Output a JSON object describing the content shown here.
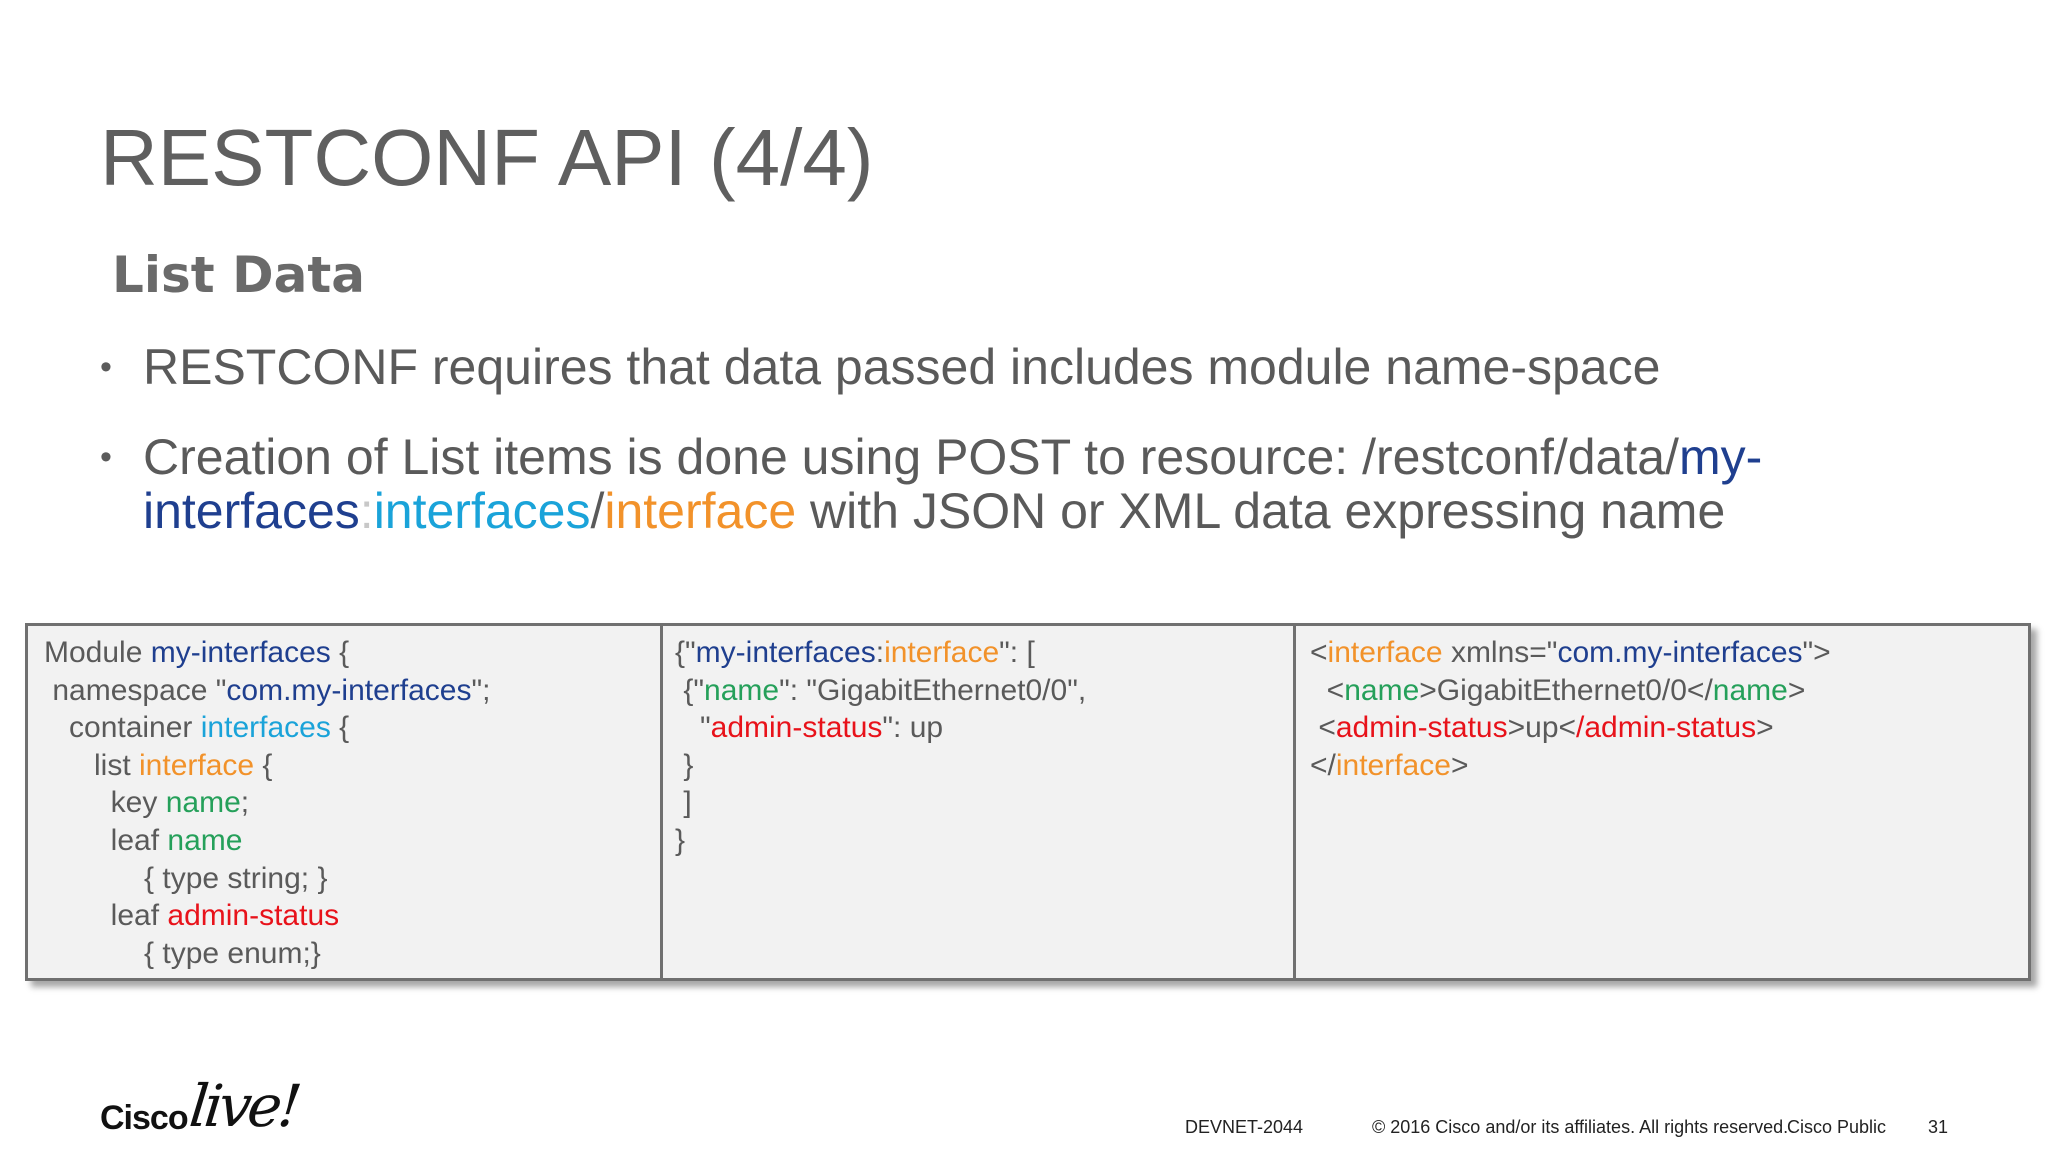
{
  "slide": {
    "title": "RESTCONF API (4/4)",
    "subtitle": "List Data",
    "bullets": [
      {
        "segments": [
          {
            "text": "RESTCONF requires that data passed includes module name-space",
            "color": "default"
          }
        ]
      },
      {
        "segments": [
          {
            "text": "Creation of List items is done using POST to resource: /restconf/data/",
            "color": "default"
          },
          {
            "text": "my-interfaces",
            "color": "navy"
          },
          {
            "text": ":",
            "color": "lightgray"
          },
          {
            "text": "interfaces",
            "color": "cyan"
          },
          {
            "text": "/",
            "color": "default"
          },
          {
            "text": "interface",
            "color": "orange"
          },
          {
            "text": " with JSON or XML data expressing name",
            "color": "default"
          }
        ]
      }
    ]
  },
  "code_table": {
    "columns": [
      {
        "lines": [
          [
            {
              "t": "Module ",
              "c": "default"
            },
            {
              "t": "my-interfaces",
              "c": "navy"
            },
            {
              "t": " {",
              "c": "default"
            }
          ],
          [
            {
              "t": " namespace \"",
              "c": "default"
            },
            {
              "t": "com.my-interfaces",
              "c": "navy"
            },
            {
              "t": "\";",
              "c": "default"
            }
          ],
          [
            {
              "t": "   container ",
              "c": "default"
            },
            {
              "t": "interfaces",
              "c": "cyan"
            },
            {
              "t": " {",
              "c": "default"
            }
          ],
          [
            {
              "t": "      list ",
              "c": "default"
            },
            {
              "t": "interface",
              "c": "orange"
            },
            {
              "t": " {",
              "c": "default"
            }
          ],
          [
            {
              "t": "        key ",
              "c": "default"
            },
            {
              "t": "name",
              "c": "green"
            },
            {
              "t": ";",
              "c": "default"
            }
          ],
          [
            {
              "t": "        leaf ",
              "c": "default"
            },
            {
              "t": "name",
              "c": "green"
            }
          ],
          [
            {
              "t": "            { type string; }",
              "c": "default"
            }
          ],
          [
            {
              "t": "        leaf ",
              "c": "default"
            },
            {
              "t": "admin-status",
              "c": "red"
            }
          ],
          [
            {
              "t": "            { type enum;}",
              "c": "default"
            }
          ]
        ]
      },
      {
        "lines": [
          [
            {
              "t": "{\"",
              "c": "default"
            },
            {
              "t": "my-interfaces",
              "c": "navy"
            },
            {
              "t": ":",
              "c": "default"
            },
            {
              "t": "interface",
              "c": "orange"
            },
            {
              "t": "\": [",
              "c": "default"
            }
          ],
          [
            {
              "t": " {\"",
              "c": "default"
            },
            {
              "t": "name",
              "c": "green"
            },
            {
              "t": "\": \"GigabitEthernet0/0\",",
              "c": "default"
            }
          ],
          [
            {
              "t": "   \"",
              "c": "default"
            },
            {
              "t": "admin-status",
              "c": "red"
            },
            {
              "t": "\": up",
              "c": "default"
            }
          ],
          [
            {
              "t": " }",
              "c": "default"
            }
          ],
          [
            {
              "t": " ]",
              "c": "default"
            }
          ],
          [
            {
              "t": "}",
              "c": "default"
            }
          ]
        ]
      },
      {
        "lines": [
          [
            {
              "t": "<",
              "c": "default"
            },
            {
              "t": "interface",
              "c": "orange"
            },
            {
              "t": " xmlns=\"",
              "c": "default"
            },
            {
              "t": "com.my-interfaces",
              "c": "navy"
            },
            {
              "t": "\">",
              "c": "default"
            }
          ],
          [
            {
              "t": "  <",
              "c": "default"
            },
            {
              "t": "name",
              "c": "green"
            },
            {
              "t": ">GigabitEthernet0/0</",
              "c": "default"
            },
            {
              "t": "name",
              "c": "green"
            },
            {
              "t": ">",
              "c": "default"
            }
          ],
          [
            {
              "t": " <",
              "c": "default"
            },
            {
              "t": "admin-status",
              "c": "red"
            },
            {
              "t": ">up<",
              "c": "default"
            },
            {
              "t": "/admin-status",
              "c": "red"
            },
            {
              "t": ">",
              "c": "default"
            }
          ],
          [
            {
              "t": "</",
              "c": "default"
            },
            {
              "t": "interface",
              "c": "orange"
            },
            {
              "t": ">",
              "c": "default"
            }
          ]
        ]
      }
    ]
  },
  "branding": {
    "logo_cisco": "Cisco",
    "logo_live": "live!"
  },
  "footer": {
    "session": "DEVNET-2044",
    "copyright": "© 2016  Cisco and/or its affiliates. All rights reserved.",
    "classification": "Cisco Public",
    "page_number": "31"
  },
  "colors": {
    "default": "#5a5a5a",
    "navy": "#1f3f8f",
    "cyan": "#1aa3d9",
    "orange": "#f2922a",
    "green": "#25a05a",
    "red": "#e8121a",
    "lightgray": "#c8c8c8"
  }
}
